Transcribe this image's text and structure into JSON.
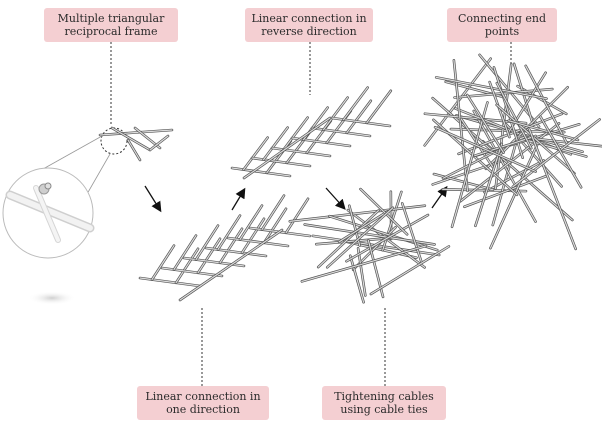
{
  "labels": {
    "step1": {
      "line1": "Multiple triangular",
      "line2": "reciprocal frame"
    },
    "step2": {
      "line1": "Linear connection in",
      "line2": "reverse direction"
    },
    "step3": {
      "line1": "Connecting end",
      "line2": "points"
    },
    "step4": {
      "line1": "Linear connection in",
      "line2": "one direction"
    },
    "step5": {
      "line1": "Tightening cables",
      "line2": "using cable ties"
    }
  },
  "colors": {
    "label_bg": "#f4cfd2",
    "rod": "#9a9a9a",
    "rod_dark": "#555555",
    "leader": "#333333",
    "arrow": "#111111"
  }
}
